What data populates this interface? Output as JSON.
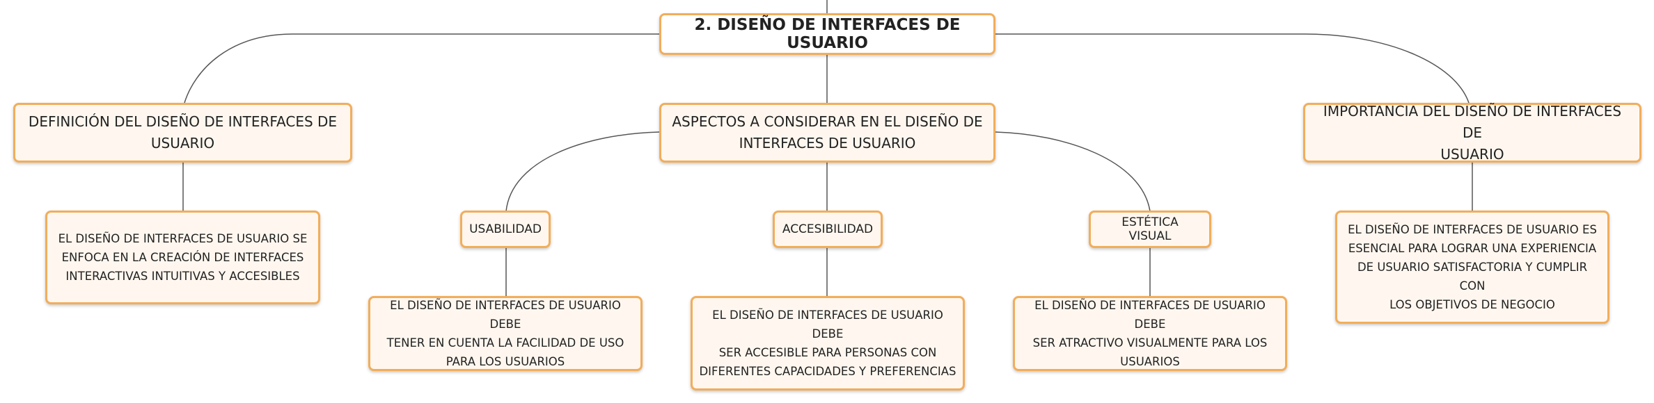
{
  "diagram": {
    "root": {
      "label": "2. DISEÑO DE INTERFACES DE USUARIO"
    },
    "branches": [
      {
        "label": "DEFINICIÓN DEL DISEÑO DE INTERFACES DE\nUSUARIO",
        "description": "EL DISEÑO DE INTERFACES DE USUARIO SE\nENFOCA EN LA CREACIÓN DE INTERFACES\nINTERACTIVAS INTUITIVAS Y ACCESIBLES"
      },
      {
        "label": "ASPECTOS A CONSIDERAR EN EL DISEÑO DE\nINTERFACES DE USUARIO",
        "subtopics": [
          {
            "label": "USABILIDAD",
            "description": "EL DISEÑO DE INTERFACES DE USUARIO DEBE\nTENER EN CUENTA LA FACILIDAD DE USO\nPARA LOS USUARIOS"
          },
          {
            "label": "ACCESIBILIDAD",
            "description": "EL DISEÑO DE INTERFACES DE USUARIO DEBE\nSER ACCESIBLE PARA PERSONAS CON\nDIFERENTES CAPACIDADES Y PREFERENCIAS"
          },
          {
            "label": "ESTÉTICA VISUAL",
            "description": "EL DISEÑO DE INTERFACES DE USUARIO DEBE\nSER ATRACTIVO VISUALMENTE PARA LOS\nUSUARIOS"
          }
        ]
      },
      {
        "label": "IMPORTANCIA DEL DISEÑO DE INTERFACES DE\nUSUARIO",
        "description": "EL DISEÑO DE INTERFACES DE USUARIO ES\nESENCIAL PARA LOGRAR UNA EXPERIENCIA\nDE USUARIO SATISFACTORIA Y CUMPLIR CON\nLOS OBJETIVOS DE NEGOCIO"
      }
    ],
    "colors": {
      "node_border": "#f2ad5a",
      "node_fill": "#fff7ef",
      "connector": "#555555",
      "text": "#222222"
    }
  }
}
